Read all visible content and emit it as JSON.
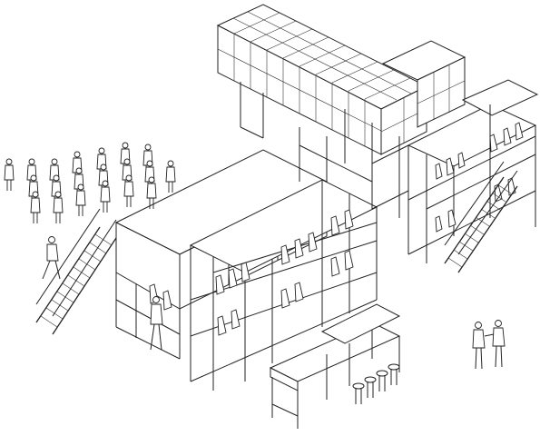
{
  "drawing": {
    "style": "isometric line drawing",
    "stroke_color": "#222222",
    "background_color": "#ffffff",
    "contents": [
      "cube-grid-frame",
      "stacked-storage-modules",
      "wardrobe-racks",
      "stairs",
      "work-table",
      "bar-stools",
      "queue-of-people",
      "people-talking",
      "walking-person"
    ]
  }
}
